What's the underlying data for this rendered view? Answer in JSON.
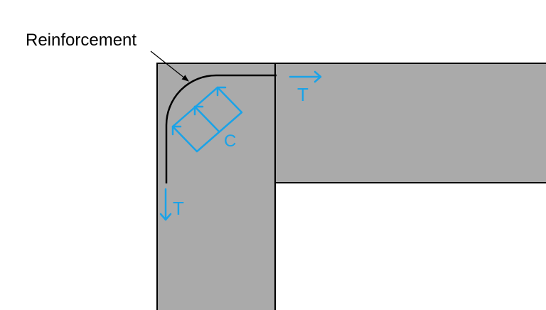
{
  "labels": {
    "reinforcement": "Reinforcement",
    "tension_horizontal": "T",
    "tension_vertical": "T",
    "compression": "C"
  },
  "colors": {
    "concrete_fill": "#aaaaaa",
    "outline": "#000000",
    "force_arrows": "#1aa3e8",
    "background": "#ffffff"
  }
}
